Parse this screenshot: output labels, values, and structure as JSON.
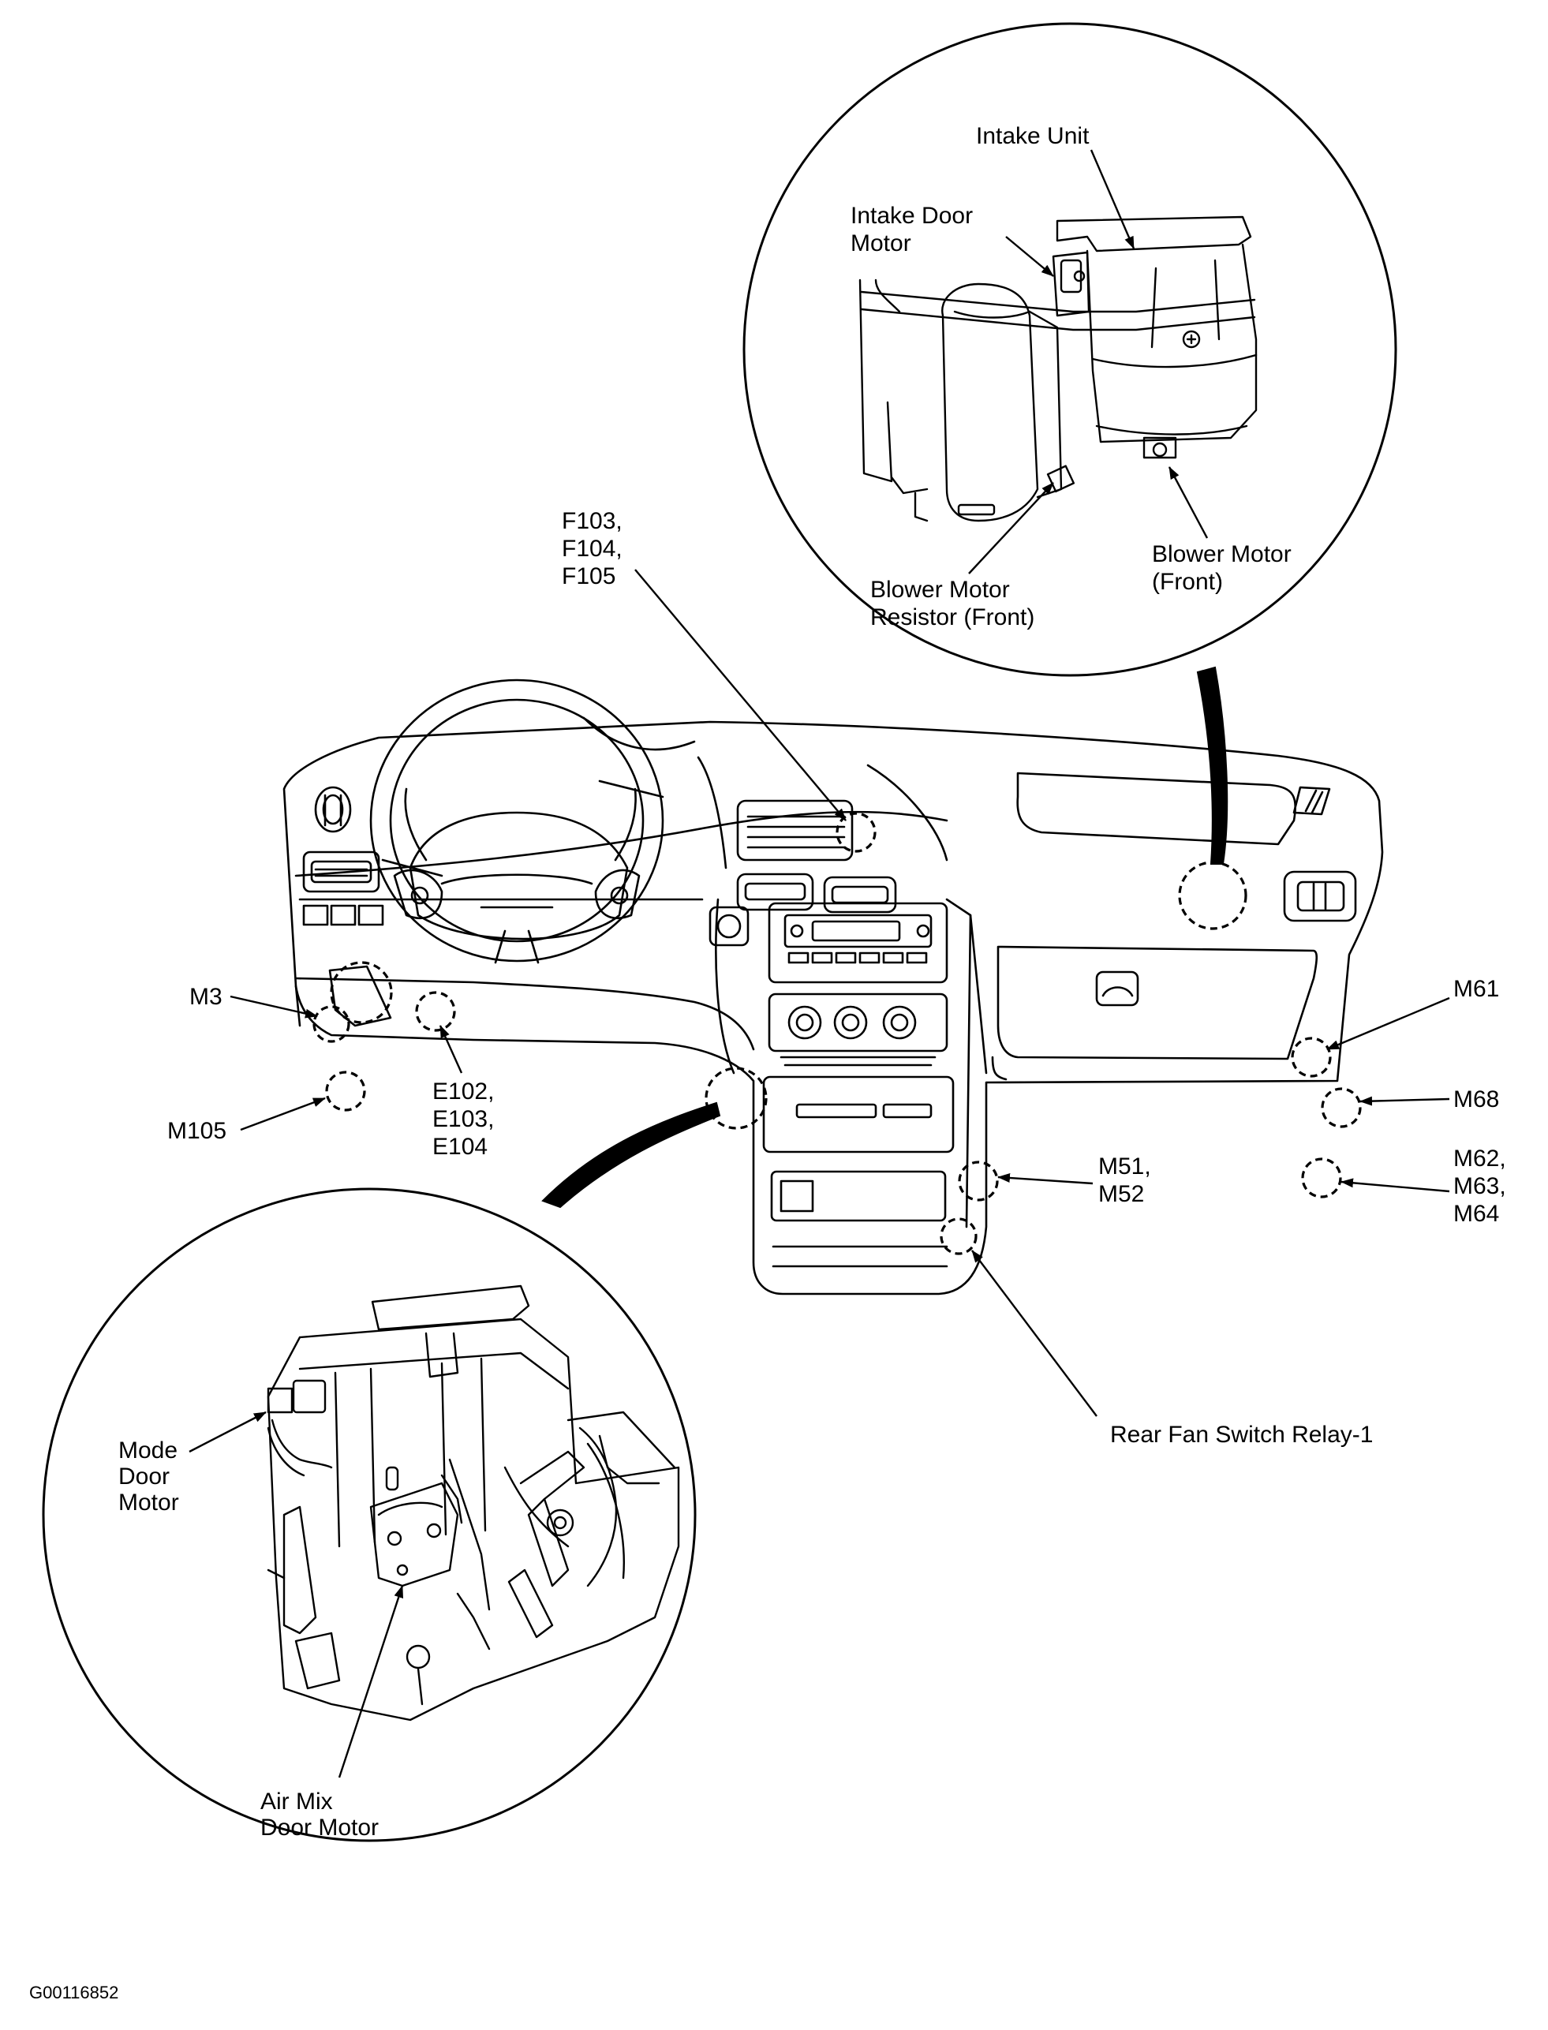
{
  "labels": {
    "intake_unit": "Intake Unit",
    "intake_door_motor": [
      "Intake Door",
      "Motor"
    ],
    "blower_motor_resistor": [
      "Blower Motor",
      "Resistor (Front)"
    ],
    "blower_motor_front": [
      "Blower Motor",
      "(Front)"
    ],
    "f_connectors": [
      "F103,",
      "F104,",
      "F105"
    ],
    "m3": "M3",
    "m105": "M105",
    "e_connectors": [
      "E102,",
      "E103,",
      "E104"
    ],
    "m61": "M61",
    "m68": "M68",
    "m62_group": [
      "M62,",
      "M63,",
      "M64"
    ],
    "m51_group": [
      "M51,",
      "M52"
    ],
    "rear_fan_switch_relay": "Rear Fan Switch Relay-1",
    "mode_door_motor": [
      "Mode",
      "Door",
      "Motor"
    ],
    "air_mix_door_motor": [
      "Air Mix",
      "Door Motor"
    ]
  },
  "figure_code": "G00116852"
}
